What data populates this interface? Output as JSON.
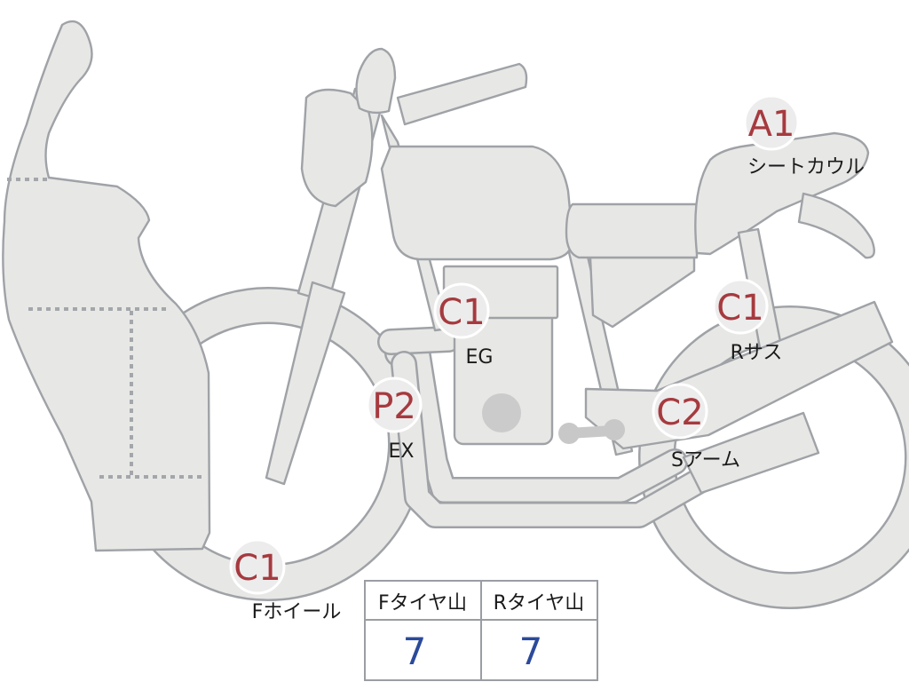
{
  "badges": [
    {
      "code": "A1",
      "label": "シートカウル"
    },
    {
      "code": "C1",
      "label": "EG"
    },
    {
      "code": "C1",
      "label": "Rサス"
    },
    {
      "code": "P2",
      "label": "EX"
    },
    {
      "code": "C2",
      "label": "Sアーム"
    },
    {
      "code": "C1",
      "label": "Fホイール"
    }
  ],
  "tire_table": {
    "headers": [
      "Fタイヤ山",
      "Rタイヤ山"
    ],
    "values": [
      "7",
      "7"
    ]
  },
  "colors": {
    "part_fill": "#e7e7e5",
    "part_outline": "#9fa2a6",
    "badge_code": "#a63a3f",
    "table_value": "#2b4a9a"
  }
}
